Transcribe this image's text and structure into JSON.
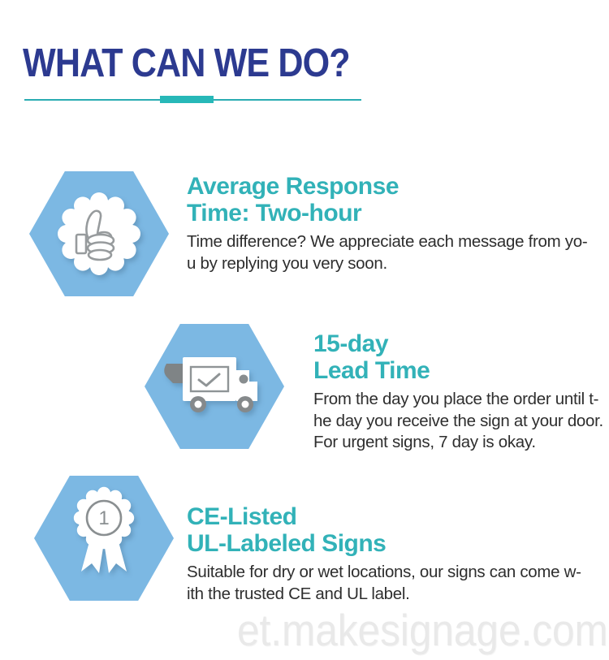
{
  "page": {
    "title": "WHAT CAN WE DO?",
    "watermark": "et.makesignage.com"
  },
  "colors": {
    "accent_teal": "#27b8b8",
    "heading_teal": "#32b2b8",
    "title_navy": "#2c3a90",
    "hexagon_blue": "#7cb8e3",
    "body_text": "#2e2e2e",
    "icon_gray": "#8f9496",
    "watermark_gray": "#e9e9e9"
  },
  "sections": [
    {
      "icon": "thumbs-up-badge-icon",
      "heading_lines": [
        "Average Response",
        "Time: Two-hour"
      ],
      "body_lines": [
        "Time difference? We appreciate each message from yo-",
        "u by replying you very soon."
      ]
    },
    {
      "icon": "delivery-truck-icon",
      "heading_lines": [
        "15-day",
        "Lead Time"
      ],
      "body_lines": [
        "From the day you place the order until t-",
        "he day you receive the sign at your door.",
        "For urgent signs, 7 day is okay."
      ]
    },
    {
      "icon": "first-place-medal-icon",
      "heading_lines": [
        "CE-Listed",
        "UL-Labeled Signs"
      ],
      "body_lines": [
        "Suitable for dry or wet locations, our signs can come w-",
        "ith the trusted CE and UL label."
      ]
    }
  ],
  "medal": {
    "rank": "1"
  }
}
